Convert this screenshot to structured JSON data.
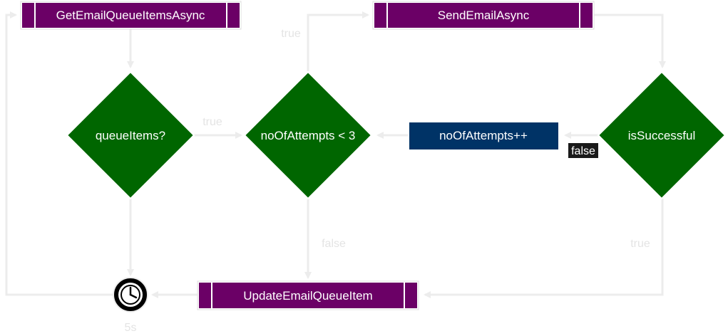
{
  "nodes": {
    "get_queue": {
      "label": "GetEmailQueueItemsAsync",
      "kind": "subprocess",
      "color": "#6b0066"
    },
    "send_email": {
      "label": "SendEmailAsync",
      "kind": "subprocess",
      "color": "#6b0066"
    },
    "update_item": {
      "label": "UpdateEmailQueueItem",
      "kind": "subprocess",
      "color": "#6b0066"
    },
    "queue_items": {
      "label": "queueItems?",
      "kind": "decision",
      "color": "#006600"
    },
    "attempts_check": {
      "label": "noOfAttempts < 3",
      "kind": "decision",
      "color": "#006600"
    },
    "is_successful": {
      "label": "isSuccessful",
      "kind": "decision",
      "color": "#006600"
    },
    "increment": {
      "label": "noOfAttempts++",
      "kind": "process",
      "color": "#003366"
    },
    "timer": {
      "label": "5s",
      "kind": "timer",
      "icon": "clock-icon"
    }
  },
  "edges": {
    "queue_true": "true",
    "attempts_true": "true",
    "attempts_false": "false",
    "success_false": "false",
    "success_true": "true"
  },
  "colors": {
    "connector": "#ececec",
    "label_badge": "#1a1a1a"
  }
}
